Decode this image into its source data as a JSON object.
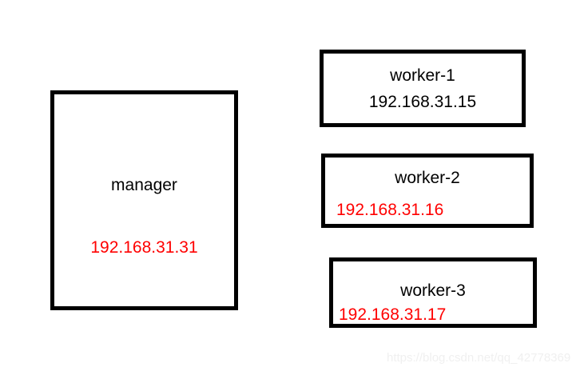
{
  "diagram": {
    "background_color": "#ffffff",
    "border_color": "#000000",
    "ip_highlight_color": "#ff0000",
    "nodes": [
      {
        "id": "manager",
        "label": "manager",
        "ip": "192.168.31.31",
        "ip_color": "#ff0000",
        "shape": "rectangle"
      },
      {
        "id": "worker-1",
        "label": "worker-1",
        "ip": "192.168.31.15",
        "ip_color": "#000000",
        "shape": "rectangle"
      },
      {
        "id": "worker-2",
        "label": "worker-2",
        "ip": "192.168.31.16",
        "ip_color": "#ff0000",
        "shape": "rectangle"
      },
      {
        "id": "worker-3",
        "label": "worker-3",
        "ip": "192.168.31.17",
        "ip_color": "#ff0000",
        "shape": "rectangle"
      }
    ]
  },
  "watermark": {
    "text": "https://blog.csdn.net/qq_42778369",
    "color": "#f0f0f0"
  }
}
